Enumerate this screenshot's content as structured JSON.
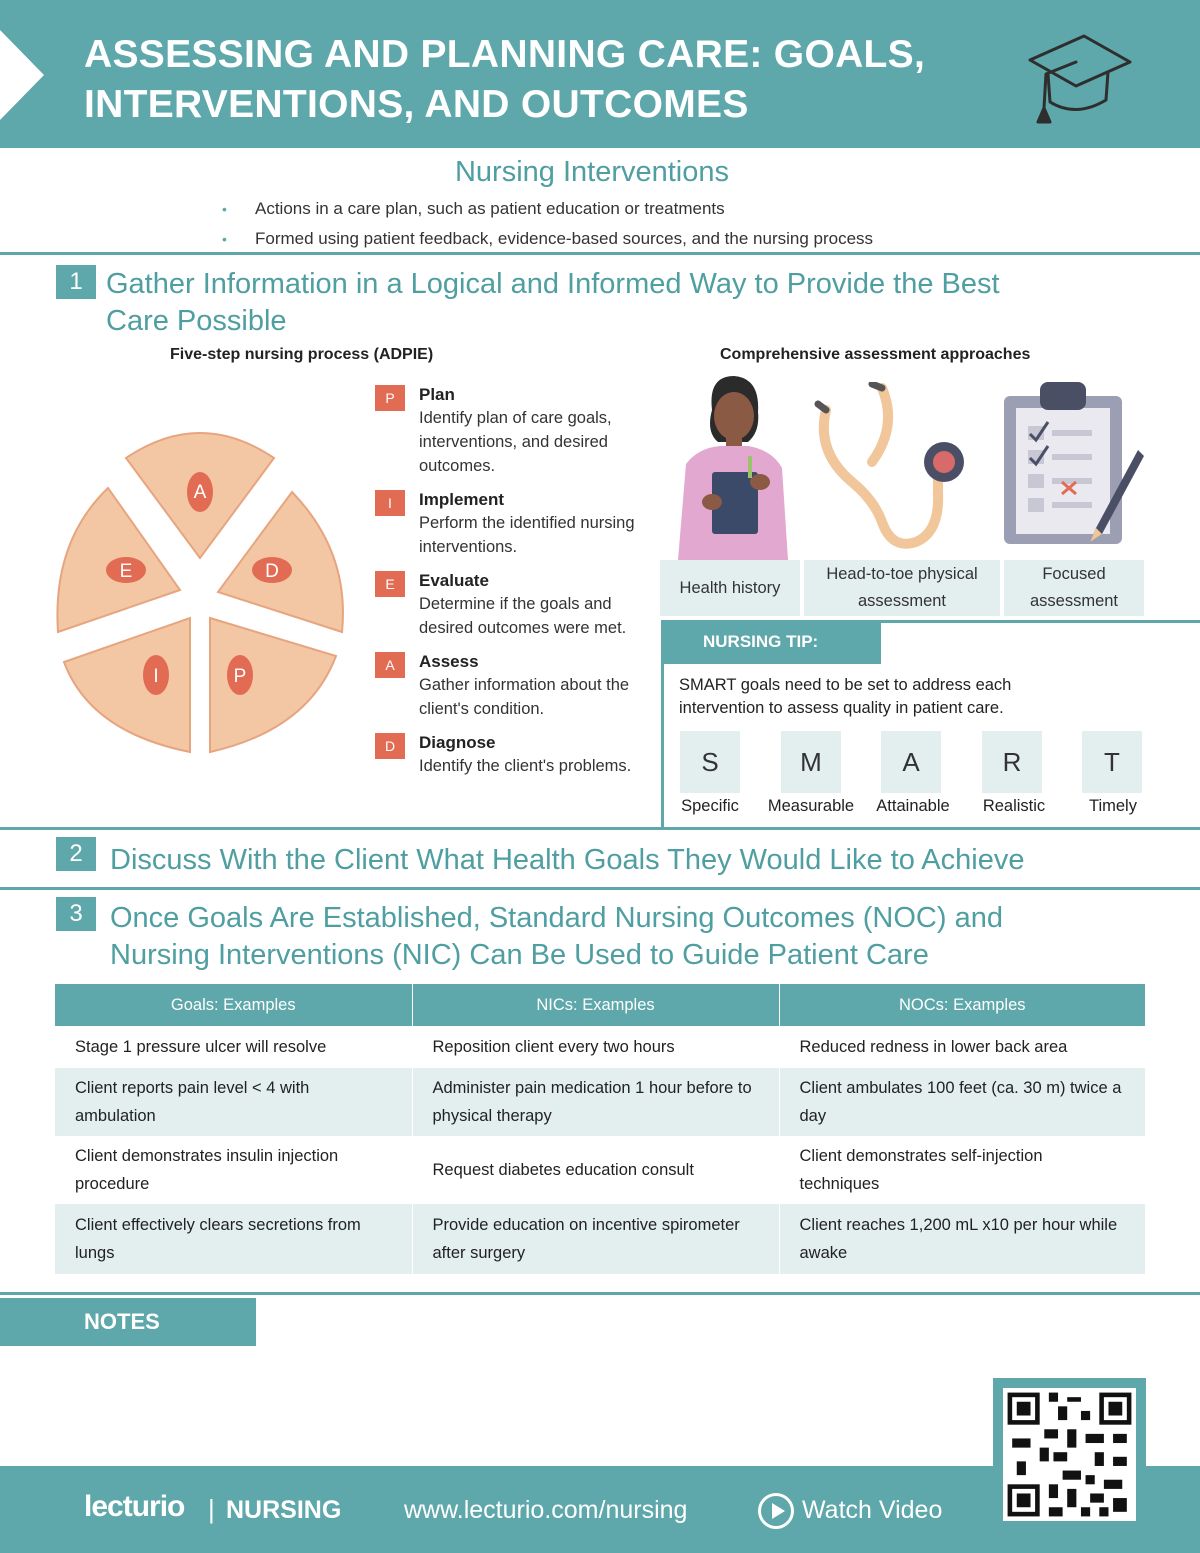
{
  "header": {
    "title_line1": "ASSESSING AND PLANNING CARE: GOALS,",
    "title_line2": "INTERVENTIONS, AND OUTCOMES",
    "icon": "graduation-cap-icon"
  },
  "intro": {
    "title": "Nursing Interventions",
    "bullets": [
      "Actions in a care plan, such as patient education or treatments",
      "Formed using patient feedback, evidence-based sources, and the nursing process"
    ]
  },
  "section1": {
    "number": "1",
    "title_line1": "Gather Information in a Logical and Informed Way to Provide the Best",
    "title_line2": "Care Possible",
    "adpie_heading": "Five-step nursing process (ADPIE)",
    "pie_labels": [
      "A",
      "D",
      "P",
      "I",
      "E"
    ],
    "steps": [
      {
        "letter": "P",
        "name": "Plan",
        "desc": "Identify plan of care goals, interventions, and desired outcomes."
      },
      {
        "letter": "I",
        "name": "Implement",
        "desc": "Perform the identified nursing interventions."
      },
      {
        "letter": "E",
        "name": "Evaluate",
        "desc": "Determine if the goals and desired outcomes were met."
      },
      {
        "letter": "A",
        "name": "Assess",
        "desc": "Gather information about the client's condition."
      },
      {
        "letter": "D",
        "name": "Diagnose",
        "desc": "Identify the client's problems."
      }
    ],
    "approaches_heading": "Comprehensive assessment approaches",
    "approaches": [
      "Health history",
      "Head-to-toe physical assessment",
      "Focused assessment"
    ],
    "tip": {
      "label": "NURSING TIP:",
      "text": "SMART goals need to be set to address each intervention to assess quality in patient care.",
      "letters": [
        "S",
        "M",
        "A",
        "R",
        "T"
      ],
      "words": [
        "Specific",
        "Measurable",
        "Attainable",
        "Realistic",
        "Timely"
      ]
    }
  },
  "section2": {
    "number": "2",
    "title": "Discuss With the Client What Health Goals They Would Like to Achieve"
  },
  "section3": {
    "number": "3",
    "title_line1": "Once Goals Are Established, Standard Nursing Outcomes (NOC) and",
    "title_line2": "Nursing Interventions (NIC) Can Be Used to Guide Patient Care",
    "table": {
      "headers": [
        "Goals: Examples",
        "NICs: Examples",
        "NOCs: Examples"
      ],
      "rows": [
        [
          "Stage 1 pressure ulcer will resolve",
          "Reposition client every two hours",
          "Reduced redness in lower back area"
        ],
        [
          "Client reports pain level < 4 with ambulation",
          "Administer pain medication 1 hour before to physical therapy",
          "Client ambulates 100 feet (ca. 30 m) twice a day"
        ],
        [
          "Client demonstrates insulin injection procedure",
          "Request diabetes education consult",
          "Client demonstrates self-injection techniques"
        ],
        [
          "Client effectively clears secretions from lungs",
          "Provide education on incentive spirometer after surgery",
          "Client reaches 1,200 mL x10 per hour while awake"
        ]
      ]
    }
  },
  "notes": {
    "label": "NOTES"
  },
  "footer": {
    "brand": "lecturio",
    "separator": "|",
    "brand_sub": "NURSING",
    "url": "www.lecturio.com/nursing",
    "watch": "Watch Video"
  },
  "colors": {
    "teal": "#5ea7aa",
    "teal_text": "#4f9ea1",
    "light_teal": "#e3efef",
    "badge_red": "#e26b54",
    "pie_fill": "#f3c6a4"
  }
}
